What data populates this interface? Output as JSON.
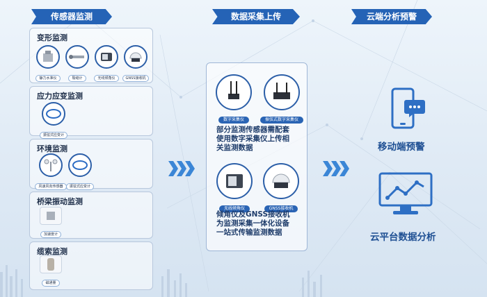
{
  "sections": {
    "sensor": {
      "banner": "传感器监测",
      "deformation": {
        "title": "变形监测",
        "items": [
          "静力水准仪",
          "裂缝计",
          "无线倾角仪",
          "GNSS接收机"
        ]
      },
      "stress": {
        "title": "应力应变监测",
        "items": [
          "振弦式应变计"
        ]
      },
      "environment": {
        "title": "环境监测",
        "items": [
          "风速风向传感器",
          "振弦式应变计"
        ]
      },
      "vibration": {
        "title": "桥梁振动监测",
        "items": [
          "加速度计"
        ]
      },
      "cable": {
        "title": "缆索监测",
        "items": [
          "磁通量"
        ]
      }
    },
    "acquisition": {
      "banner": "数据采集上传",
      "devices_top": [
        "数字采集仪",
        "振弦式数字采集仪"
      ],
      "desc1": [
        "部分监测传感器需配套",
        "使用数字采集仪上传相",
        "关监测数据"
      ],
      "devices_bottom": [
        "无线倾角仪",
        "GNSS接收机"
      ],
      "desc2": [
        "倾角仪及GNSS接收机",
        "为监测采集一体化设备",
        "一站式传输监测数据"
      ]
    },
    "cloud": {
      "banner": "云端分析预警",
      "mobile": "移动端预警",
      "platform": "云平台数据分析"
    }
  },
  "colors": {
    "primary": "#2563b6",
    "accent": "#3b86d6",
    "text": "#1f3d6b"
  }
}
